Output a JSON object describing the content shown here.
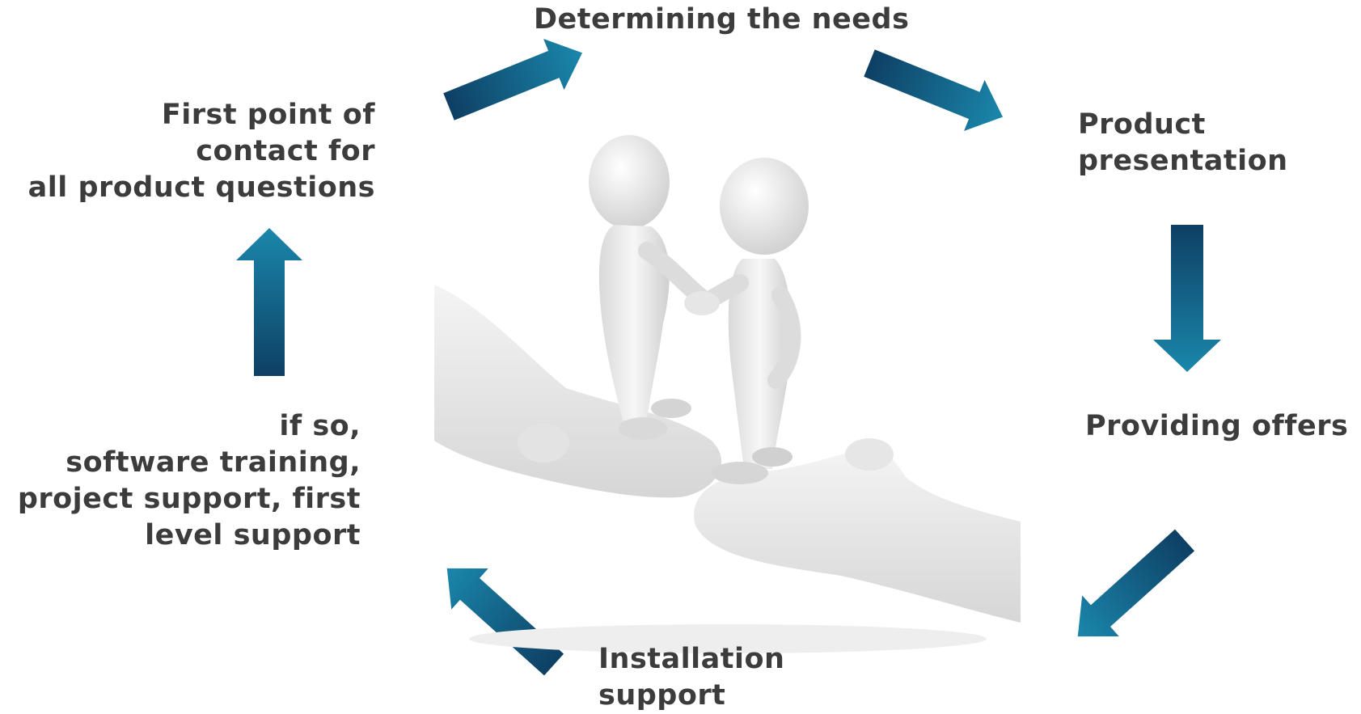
{
  "steps": {
    "determining": {
      "lines": [
        "Determining the needs"
      ]
    },
    "product": {
      "lines": [
        "Product",
        "presentation"
      ]
    },
    "offers": {
      "lines": [
        "Providing offers"
      ]
    },
    "installation": {
      "lines": [
        "Installation",
        "support"
      ]
    },
    "training": {
      "lines": [
        "if so,",
        "software training,",
        "project support, first",
        "level support"
      ]
    },
    "contact": {
      "lines": [
        "First point of",
        "contact for",
        "all product questions"
      ]
    }
  },
  "colors": {
    "arrow_dark": "#0e3f64",
    "arrow_light": "#1a87ab",
    "text": "#3c3c3c"
  },
  "figure": {
    "description_icon": "handshake-figures-on-hands-icon"
  }
}
